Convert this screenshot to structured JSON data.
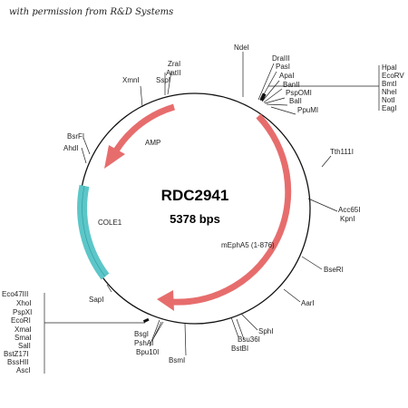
{
  "credit": "with permission from R&D Systems",
  "plasmid": {
    "name": "RDC2941",
    "size": "5378 bps"
  },
  "features": [
    {
      "label": "AMP",
      "color": "#e76d6d"
    },
    {
      "label": "mEphA5 (1-876)",
      "color": "#e76d6d"
    },
    {
      "label": "COLE1",
      "color": "#74d1d1"
    }
  ],
  "sites": {
    "zral_aatii": [
      "ZraI",
      "AatII"
    ],
    "sspi": "SspI",
    "xmni": "XmnI",
    "ndei": "NdeI",
    "top_stack": [
      "DraIII",
      "PasI",
      "ApaI",
      "BanII",
      "PspOMI",
      "BalI",
      "PpuMI"
    ],
    "right_box": [
      "HpaI",
      "EcoRV",
      "BmtI",
      "NheI",
      "NotI",
      "EagI"
    ],
    "bsrfi": "BsrFI",
    "ahdi": "AhdI",
    "tth111i": "Tth111I",
    "acc65i_kpni": [
      "Acc65I",
      "KpnI"
    ],
    "bseri": "BseRI",
    "aari": "AarI",
    "sphi": "SphI",
    "bsu36i_bstbi": [
      "Bsu36I",
      "BstBI"
    ],
    "bsmi": "BsmI",
    "bottom_stack": [
      "BsgI",
      "PshAI",
      "Bpu10I"
    ],
    "sapi": "SapI",
    "left_box": [
      "Eco47III",
      "XhoI",
      "PspXI",
      "EcoRI",
      "XmaI",
      "SmaI",
      "SalI",
      "BstZ17I",
      "BssHII",
      "AscI"
    ]
  }
}
